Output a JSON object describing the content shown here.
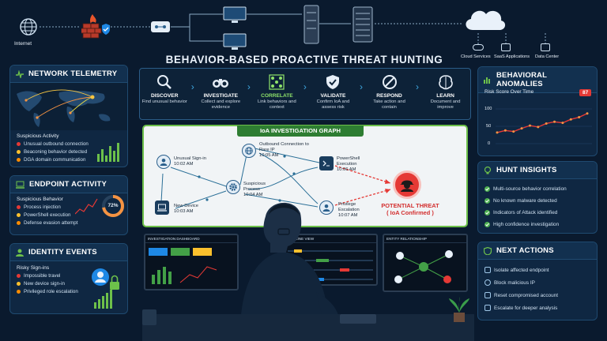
{
  "title": "BEHAVIOR-BASED PROACTIVE THREAT HUNTING",
  "top_labels": {
    "internet": "Internet",
    "cloud": "Cloud Services",
    "saas": "SaaS Applications",
    "datacenter": "Data Center"
  },
  "steps": [
    {
      "name": "DISCOVER",
      "desc": "Find unusual behavior"
    },
    {
      "name": "INVESTIGATE",
      "desc": "Collect and explore evidence"
    },
    {
      "name": "CORRELATE",
      "desc": "Link behaviors and context"
    },
    {
      "name": "VALIDATE",
      "desc": "Confirm IoA and assess risk"
    },
    {
      "name": "RESPOND",
      "desc": "Take action and contain"
    },
    {
      "name": "LEARN",
      "desc": "Document and improve"
    }
  ],
  "network": {
    "title": "NETWORK TELEMETRY",
    "subtitle": "Suspicious Activity",
    "items": [
      "Unusual outbound connection",
      "Beaconing behavior detected",
      "DGA domain communication"
    ]
  },
  "endpoint": {
    "title": "ENDPOINT ACTIVITY",
    "subtitle": "Suspicious Behavior",
    "gauge": "72%",
    "items": [
      "Process injection",
      "PowerShell execution",
      "Defense evasion attempt"
    ]
  },
  "identity": {
    "title": "IDENTITY EVENTS",
    "subtitle": "Risky Sign-ins",
    "items": [
      "Impossible travel",
      "New device sign-in",
      "Privileged role escalation"
    ]
  },
  "graph": {
    "title": "IoA INVESTIGATION GRAPH",
    "signin": {
      "label": "Unusual Sign-in",
      "time": "10:02 AM"
    },
    "device": {
      "label": "New Device",
      "time": "10:03 AM"
    },
    "process": {
      "label": "Suspicious Process",
      "time": "10:04 AM"
    },
    "conn": {
      "label": "Outbound Connection to Rare IP",
      "time": "10:05 AM"
    },
    "ps": {
      "label": "PowerShell Execution",
      "time": "10:06 AM"
    },
    "priv": {
      "label": "Privilege Escalation",
      "time": "10:07 AM"
    },
    "threat": {
      "label": "POTENTIAL THREAT",
      "sub": "( IoA Confirmed )"
    }
  },
  "anomalies": {
    "title": "BEHAVIORAL ANOMALIES",
    "chart_title": "Risk Score Over Time",
    "badge": "87",
    "chart_data": {
      "type": "line",
      "y": [
        32,
        38,
        35,
        44,
        52,
        48,
        58,
        63,
        60,
        70,
        76,
        87
      ],
      "yticks": [
        "100",
        "50",
        "0"
      ],
      "ylim": [
        0,
        100
      ]
    }
  },
  "insights": {
    "title": "HUNT INSIGHTS",
    "items": [
      "Multi-source behavior correlation",
      "No known malware detected",
      "Indicators of Attack identified",
      "High confidence investigation"
    ]
  },
  "actions": {
    "title": "NEXT ACTIONS",
    "items": [
      "Isolate affected endpoint",
      "Block malicious IP",
      "Reset compromised account",
      "Escalate for deeper analysis"
    ]
  },
  "monitors": {
    "left": "INVESTIGATION DASHBOARD",
    "center": "TIMELINE VIEW",
    "right": "ENTITY RELATIONSHIP"
  },
  "colors": {
    "accent": "#6dc04a",
    "threat": "#e53935",
    "bg": "#0a1a2e"
  }
}
